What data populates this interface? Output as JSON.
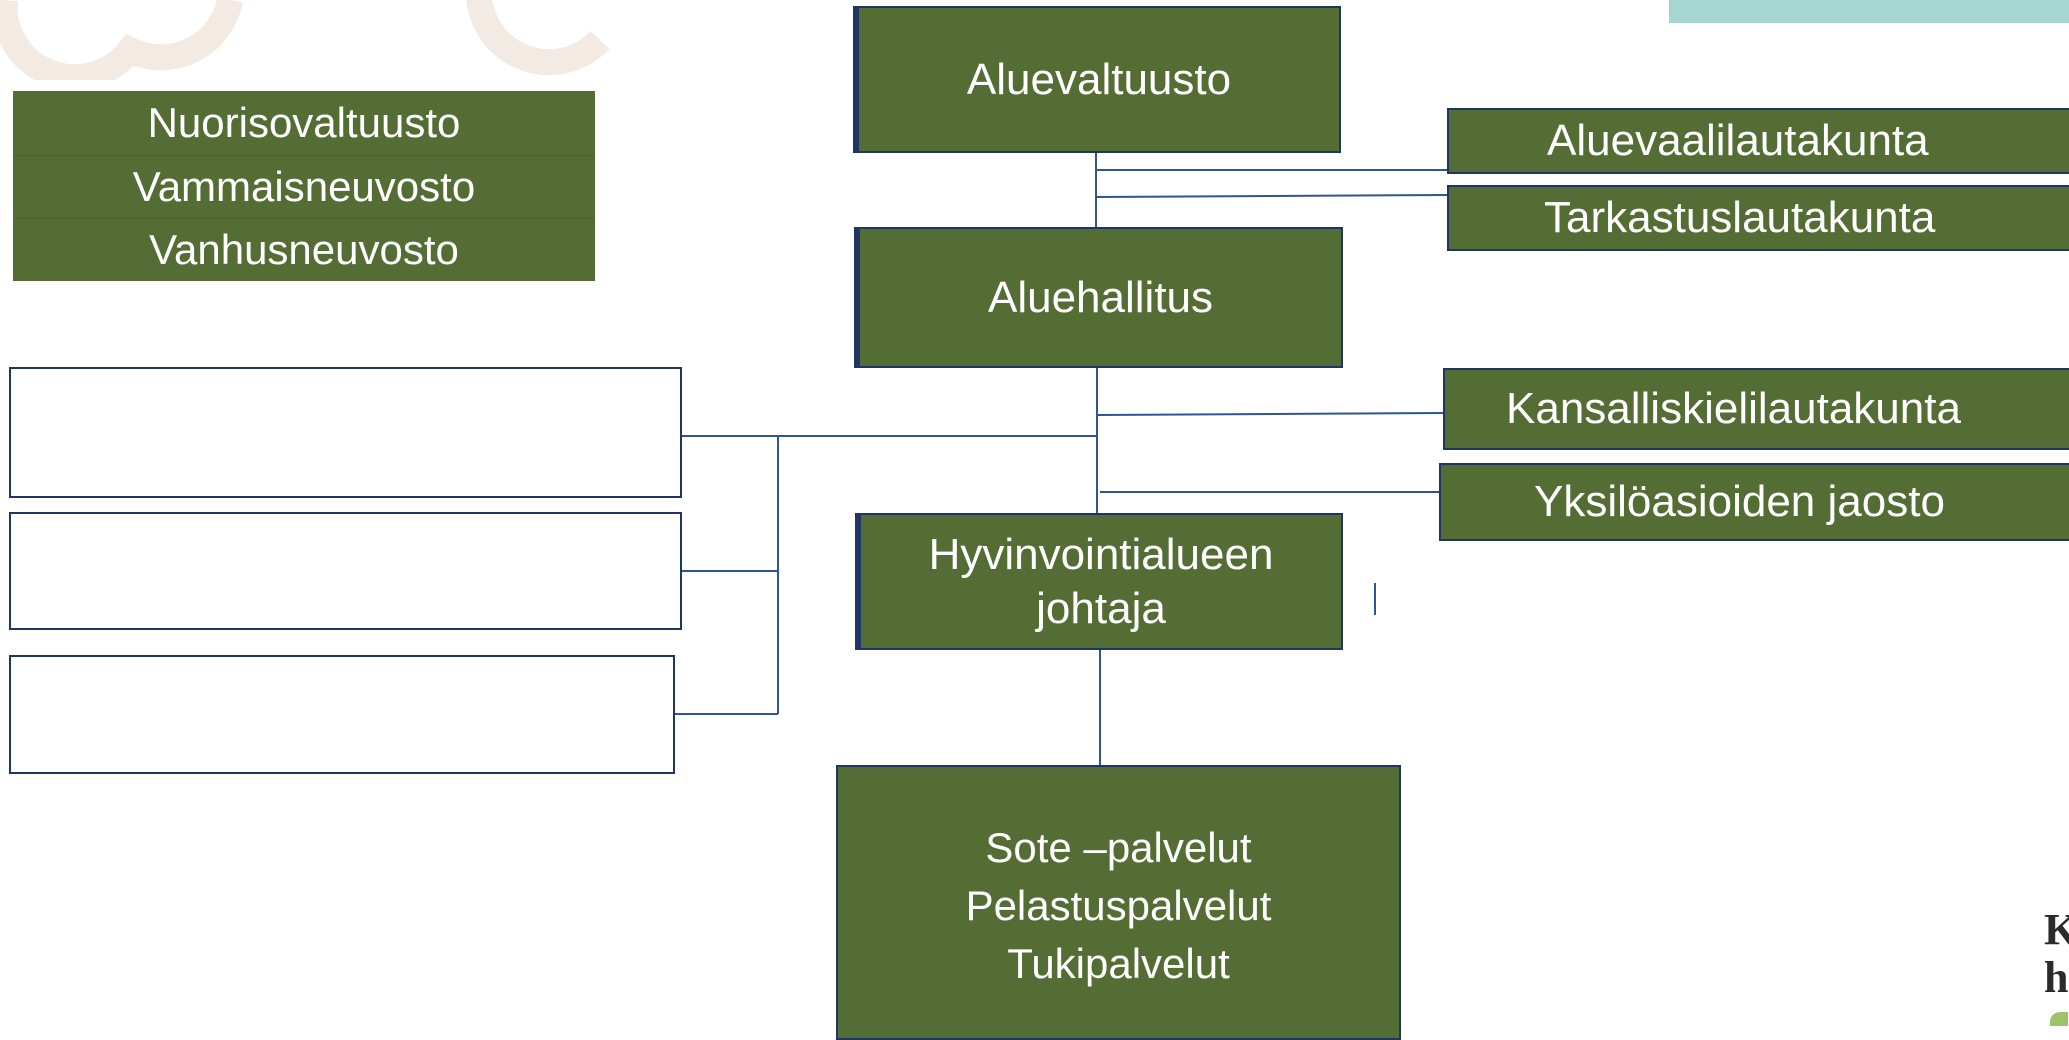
{
  "colors": {
    "green": "#546d35",
    "navy": "#1f3564",
    "connector": "#2f5597",
    "decor": "#f3ebe3",
    "teal": "#a6d6d2"
  },
  "advisory_councils": [
    "Nuorisovaltuusto",
    "Vammaisneuvosto",
    "Vanhusneuvosto"
  ],
  "central": {
    "council": "Aluevaltuusto",
    "board": "Aluehallitus",
    "director": [
      "Hyvinvointialueen",
      "johtaja"
    ],
    "services": [
      "Sote –palvelut",
      "Pelastuspalvelut",
      "Tukipalvelut"
    ]
  },
  "council_committees": [
    "Aluevaalilautakunta",
    "Tarkastuslautakunta"
  ],
  "board_committees": [
    "Kansalliskielilautakunta",
    "Yksilöasioiden jaosto"
  ],
  "corner_text": [
    "K",
    "h"
  ]
}
